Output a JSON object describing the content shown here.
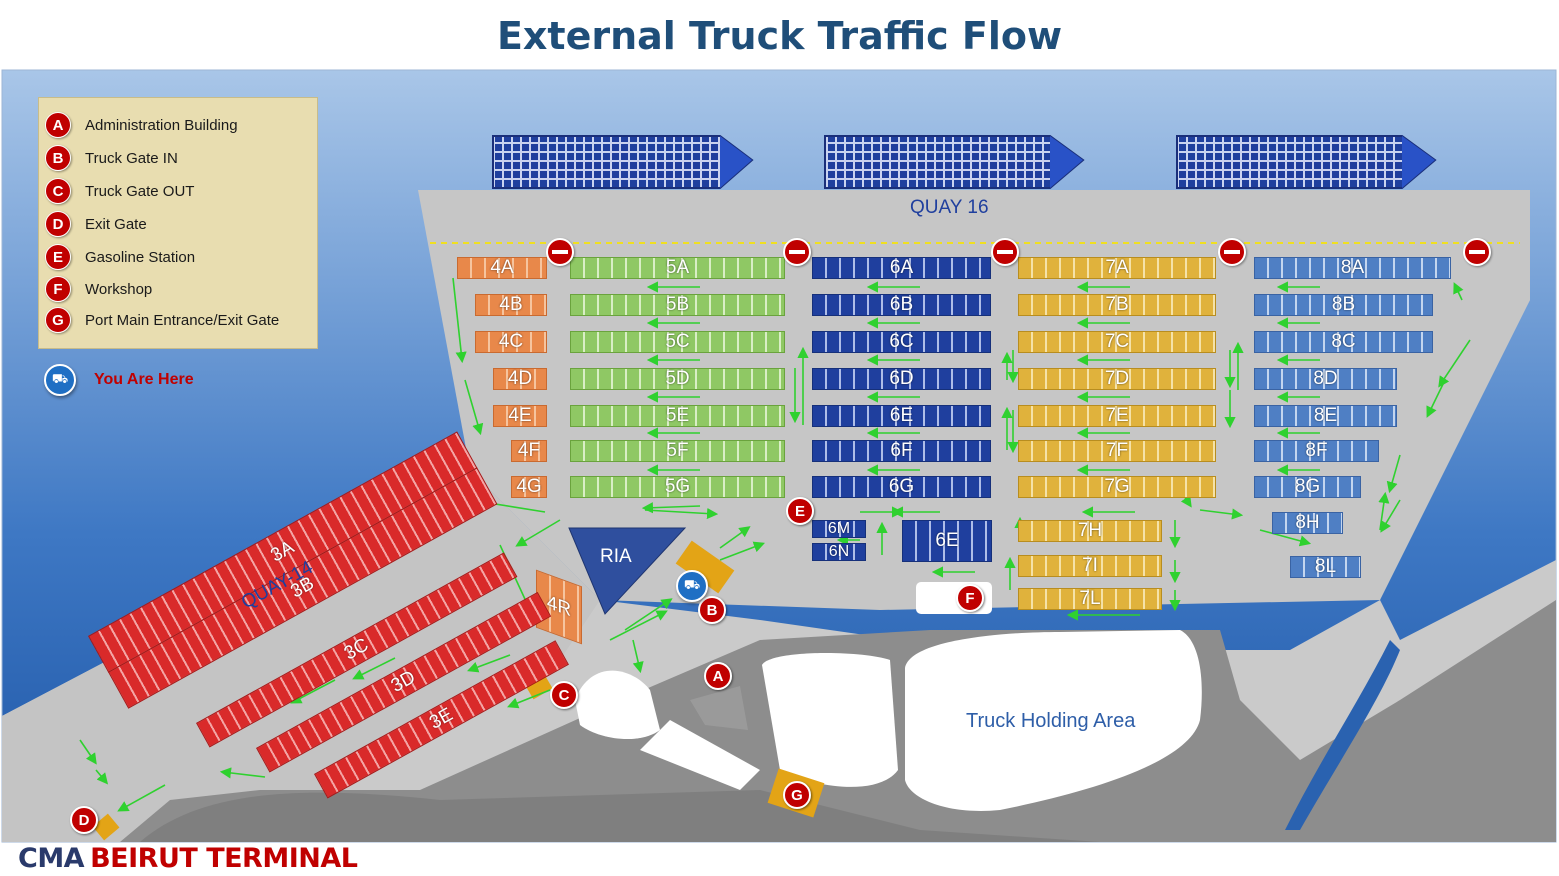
{
  "title": "External Truck Traffic Flow",
  "legend": {
    "items": [
      {
        "letter": "A",
        "label": "Administration Building"
      },
      {
        "letter": "B",
        "label": "Truck Gate IN"
      },
      {
        "letter": "C",
        "label": "Truck Gate OUT"
      },
      {
        "letter": "D",
        "label": "Exit Gate"
      },
      {
        "letter": "E",
        "label": "Gasoline Station"
      },
      {
        "letter": "F",
        "label": "Workshop"
      },
      {
        "letter": "G",
        "label": "Port Main Entrance/Exit Gate"
      }
    ],
    "you_are_here": "You Are Here"
  },
  "map": {
    "quay_north": "QUAY 16",
    "quay_west": "QUAY-14",
    "ria": "RIA",
    "holding_area": "Truck Holding Area",
    "markers": {
      "A": "A",
      "B": "B",
      "C": "C",
      "D": "D",
      "E": "E",
      "F": "F",
      "G": "G"
    },
    "blocks": {
      "b4A": "4A",
      "b4B": "4B",
      "b4C": "4C",
      "b4D": "4D",
      "b4E": "4E",
      "b4F": "4F",
      "b4G": "4G",
      "b4R": "4R",
      "b5A": "5A",
      "b5B": "5B",
      "b5C": "5C",
      "b5D": "5D",
      "b5E": "5E",
      "b5F": "5F",
      "b5G": "5G",
      "b6A": "6A",
      "b6B": "6B",
      "b6C": "6C",
      "b6D": "6D",
      "b6E": "6E",
      "b6F": "6F",
      "b6G": "6G",
      "b6M": "6M",
      "b6N": "6N",
      "b6E2": "6E",
      "b7A": "7A",
      "b7B": "7B",
      "b7C": "7C",
      "b7D": "7D",
      "b7E": "7E",
      "b7F": "7F",
      "b7G": "7G",
      "b7H": "7H",
      "b7I": "7I",
      "b7L": "7L",
      "b8A": "8A",
      "b8B": "8B",
      "b8C": "8C",
      "b8D": "8D",
      "b8E": "8E",
      "b8F": "8F",
      "b8G": "8G",
      "b8H": "8H",
      "b8L": "8L",
      "b3A": "3A",
      "b3B": "3B",
      "b3C": "3C",
      "b3D": "3D",
      "b3E": "3E"
    }
  },
  "logo": {
    "part1": "CMA",
    "part2": "BEIRUT TERMINAL"
  },
  "colors": {
    "sea": "#5b8fd0",
    "land": "#c9c9c9",
    "road": "#8a8a8a",
    "flow_arrow": "#2fd12f",
    "marker": "#c00000"
  }
}
